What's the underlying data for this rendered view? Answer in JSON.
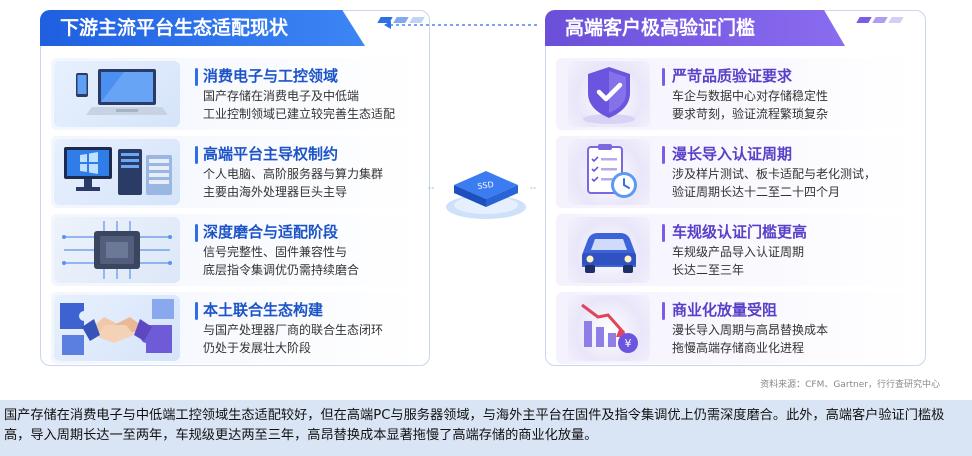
{
  "left_panel": {
    "title": "下游主流平台生态适配现状",
    "items": [
      {
        "title": "消费电子与工控领域",
        "line1": "国产存储在消费电子及中低端",
        "line2": "工业控制领域已建立较完善生态适配",
        "icon": "laptop-phone-icon"
      },
      {
        "title": "高端平台主导权制约",
        "line1": "个人电脑、高阶服务器与算力集群",
        "line2": "主要由海外处理器巨头主导",
        "icon": "server-desktop-icon"
      },
      {
        "title": "深度磨合与适配阶段",
        "line1": "信号完整性、固件兼容性与",
        "line2": "底层指令集调优仍需持续磨合",
        "icon": "chip-icon"
      },
      {
        "title": "本土联合生态构建",
        "line1": "与国产处理器厂商的联合生态闭环",
        "line2": "仍处于发展壮大阶段",
        "icon": "handshake-puzzle-icon"
      }
    ]
  },
  "right_panel": {
    "title": "高端客户极高验证门槛",
    "items": [
      {
        "title": "严苛品质验证要求",
        "line1": "车企与数据中心对存储稳定性",
        "line2": "要求苛刻，验证流程繁琐复杂",
        "icon": "shield-check-icon"
      },
      {
        "title": "漫长导入认证周期",
        "line1": "涉及样片测试、板卡适配与老化测试，",
        "line2": "验证周期长达十二至二十四个月",
        "icon": "checklist-clock-icon"
      },
      {
        "title": "车规级认证门槛更高",
        "line1": "车规级产品导入认证周期",
        "line2": "长达二至三年",
        "icon": "car-icon"
      },
      {
        "title": "商业化放量受阻",
        "line1": "漫长导入周期与高昂替换成本",
        "line2": "拖慢高端存储商业化进程",
        "icon": "declining-chart-yen-icon"
      }
    ]
  },
  "center": {
    "chip_label": "SSD"
  },
  "source": "资料来源：CFM、Gartner，行行查研究中心",
  "caption": "国产存储在消费电子与中低端工控领域生态适配较好，但在高端PC与服务器领域，与海外主平台在固件及指令集调优上仍需深度磨合。此外，高端客户验证门槛极高，导入周期长达一至两年，车规级更达两至三年，高昂替换成本显著拖慢了高端存储的商业化放量。",
  "colors": {
    "blue": "#2f6fe6",
    "purple": "#7b5ce6",
    "caption_bg": "#d9e5f4"
  }
}
